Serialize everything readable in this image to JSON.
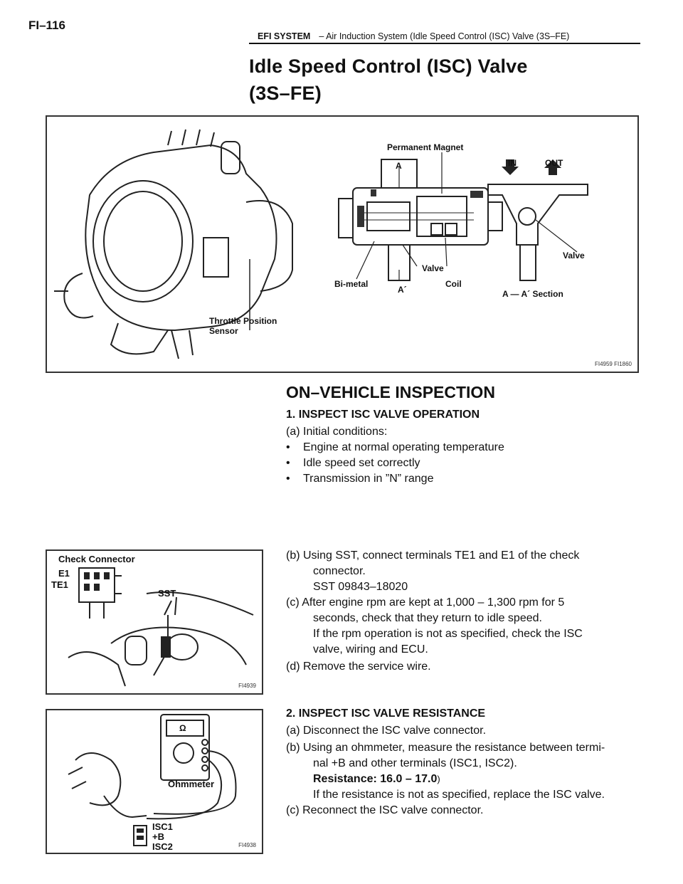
{
  "page_number": "FI–116",
  "header": {
    "section": "EFI SYSTEM",
    "subtitle": "–  Air Induction System (Idle Speed Control (ISC) Valve (3S–FE)"
  },
  "title": {
    "line1": "Idle Speed Control (ISC) Valve",
    "line2": "(3S–FE)"
  },
  "figure1": {
    "labels": {
      "permanent_magnet": "Permanent Magnet",
      "a": "A",
      "a_prime": "A´",
      "valve_center": "Valve",
      "bi_metal": "Bi-metal",
      "coil": "Coil",
      "in": "IN",
      "out": "OUT",
      "valve_right": "Valve",
      "section": "A — A´ Section",
      "tps_line1": "Throttle Position",
      "tps_line2": "Sensor"
    },
    "code": "FI4959  FI1860"
  },
  "inspection": {
    "title": "ON–VEHICLE INSPECTION",
    "step1_heading": "1. INSPECT ISC VALVE OPERATION",
    "step1_a": "(a)  Initial conditions:",
    "bullets": [
      "Engine at normal operating temperature",
      "Idle speed set correctly",
      "Transmission in ”N” range"
    ],
    "bullet_symbol": "•",
    "step1_b_line1": "(b) Using SST, connect terminals TE1 and E1 of the check",
    "step1_b_line2": "connector.",
    "step1_b_sst": "SST  09843–18020",
    "step1_c_line1": "(c) After engine rpm are kept at 1,000 – 1,300 rpm for 5",
    "step1_c_line2": "seconds, check that they return to idle speed.",
    "step1_c_line3": "If the rpm operation is not as specified, check the ISC",
    "step1_c_line4": "valve, wiring and ECU.",
    "step1_d": "(d) Remove the service wire.",
    "step2_heading": "2. INSPECT ISC VALVE RESISTANCE",
    "step2_a": "(a)  Disconnect the ISC valve connector.",
    "step2_b_line1": "(b) Using an ohmmeter, measure the resistance between termi-",
    "step2_b_line2": "nal +B and other terminals (ISC1, ISC2).",
    "step2_resistance": "Resistance: 16.0 – 17.0",
    "step2_resistance_unit": ")",
    "step2_b_line3": "If the resistance is not as specified, replace the ISC valve.",
    "step2_c": "(c) Reconnect the ISC valve connector."
  },
  "figure2": {
    "labels": {
      "check_connector": "Check Connector",
      "e1": "E1",
      "te1": "TE1",
      "sst": "SST"
    },
    "code": "FI4939"
  },
  "figure3": {
    "labels": {
      "ohm": "Ω",
      "ohmmeter": "Ohmmeter",
      "isc1": "ISC1",
      "plus_b": "+B",
      "isc2": "ISC2"
    },
    "code": "FI4938"
  }
}
